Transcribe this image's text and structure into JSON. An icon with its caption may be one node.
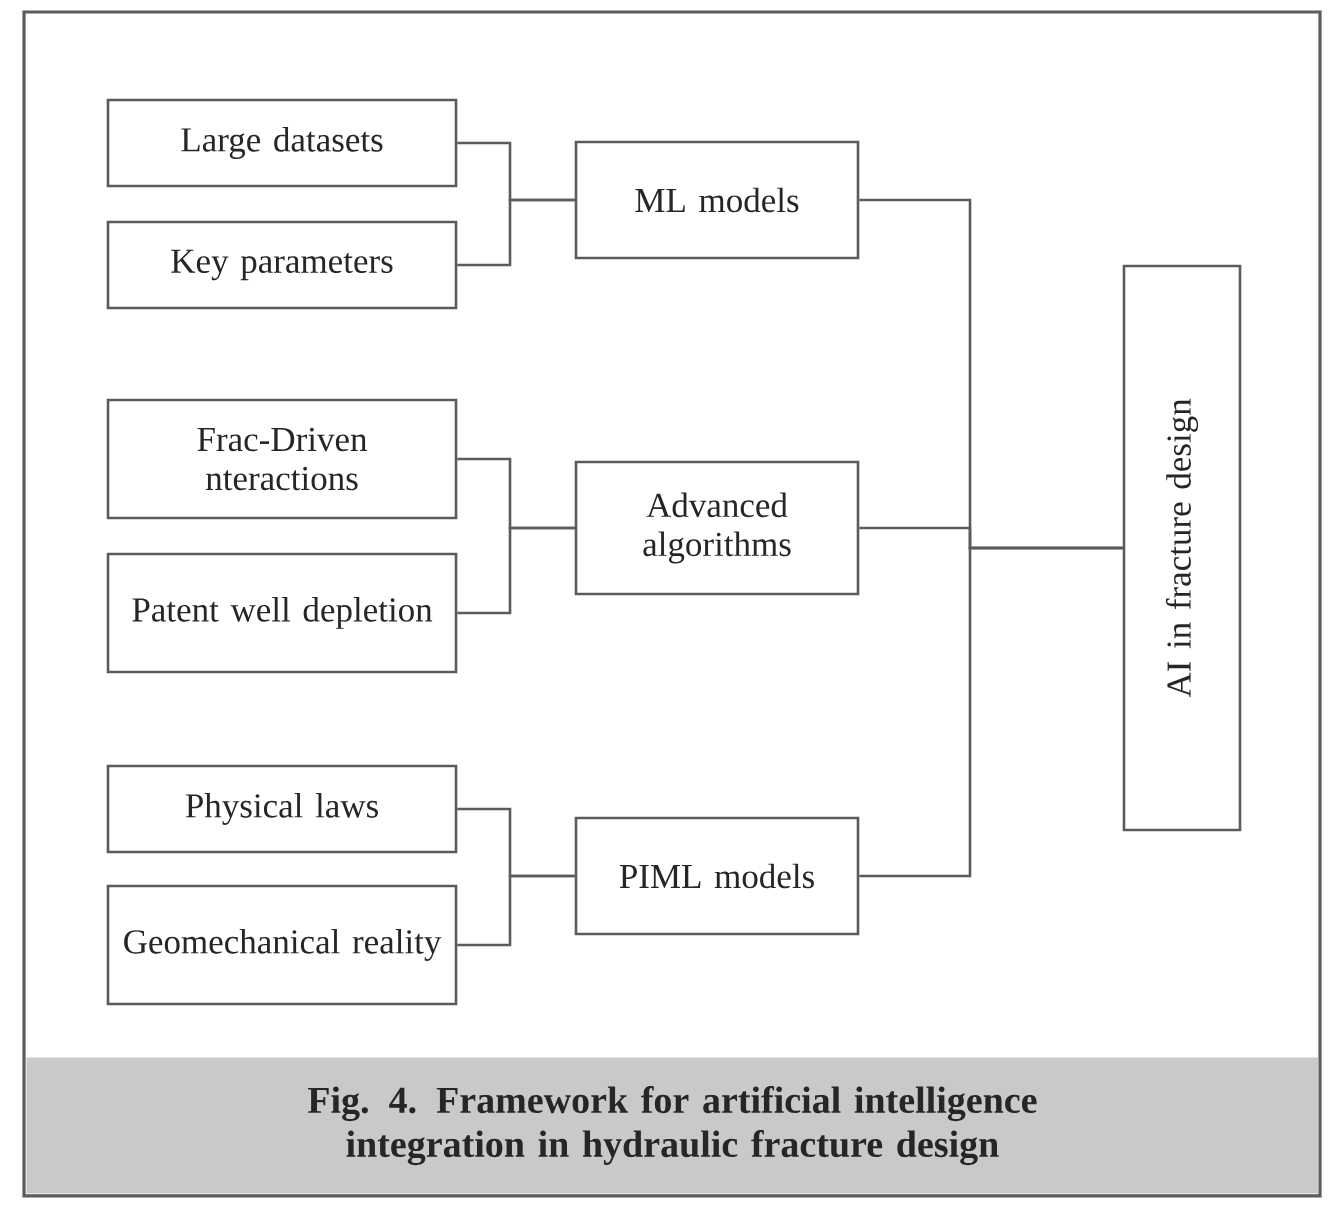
{
  "diagram": {
    "caption": "Fig. 4. Framework for artificial intelligence integration in hydraulic fracture design",
    "nodes": [
      {
        "text": [
          "Large datasets"
        ]
      },
      {
        "text": [
          "Key parameters"
        ]
      },
      {
        "text": [
          "ML models"
        ]
      },
      {
        "text": [
          "Frac-Driven nteractions"
        ]
      },
      {
        "text": [
          "Patent well depletion"
        ]
      },
      {
        "text": [
          "Advanced algorithms"
        ]
      },
      {
        "text": [
          "Physical laws"
        ]
      },
      {
        "text": [
          "Geomechanical reality"
        ]
      },
      {
        "text": [
          "PIML models"
        ]
      },
      {
        "text": [
          "AI in fracture design"
        ]
      }
    ],
    "edges": [
      {
        "from": 0,
        "to": 2,
        "arrow": "none"
      },
      {
        "from": 1,
        "to": 2,
        "arrow": "none"
      },
      {
        "from": 3,
        "to": 5,
        "arrow": "none"
      },
      {
        "from": 4,
        "to": 5,
        "arrow": "none"
      },
      {
        "from": 6,
        "to": 8,
        "arrow": "none"
      },
      {
        "from": 7,
        "to": 8,
        "arrow": "none"
      },
      {
        "from": 2,
        "to": 9,
        "arrow": "none"
      },
      {
        "from": 5,
        "to": 9,
        "arrow": "none"
      },
      {
        "from": 8,
        "to": 9,
        "arrow": "none"
      }
    ]
  }
}
